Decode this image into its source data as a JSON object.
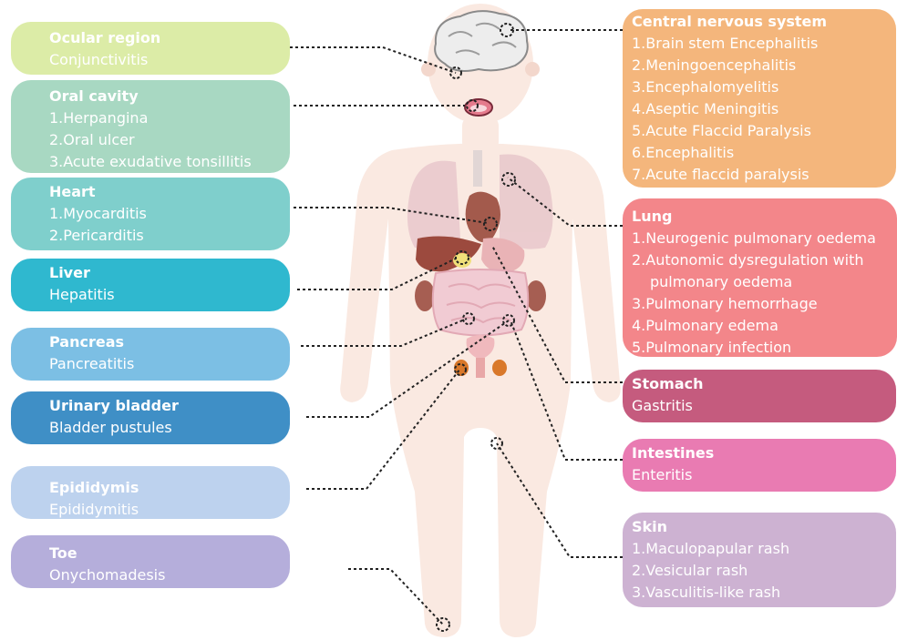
{
  "left_boxes": [
    {
      "id": "ocular",
      "title": "Ocular region",
      "items": [
        "Conjunctivitis"
      ],
      "color": "#dceca7"
    },
    {
      "id": "oral",
      "title": "Oral cavity",
      "items": [
        "1.Herpangina",
        "2.Oral ulcer",
        "3.Acute exudative tonsillitis"
      ],
      "color": "#a8d8c2"
    },
    {
      "id": "heart",
      "title": "Heart",
      "items": [
        "1.Myocarditis",
        "2.Pericarditis"
      ],
      "color": "#7fcfcc"
    },
    {
      "id": "liver",
      "title": "Liver",
      "items": [
        "Hepatitis"
      ],
      "color": "#2fb8cf"
    },
    {
      "id": "pancreas",
      "title": "Pancreas",
      "items": [
        "Pancreatitis"
      ],
      "color": "#7cbfe4"
    },
    {
      "id": "bladder",
      "title": "Urinary bladder",
      "items": [
        "Bladder pustules"
      ],
      "color": "#3f8fc6"
    },
    {
      "id": "epididymis",
      "title": "Epididymis",
      "items": [
        "Epididymitis"
      ],
      "color": "#bdd2ee"
    },
    {
      "id": "toe",
      "title": "Toe",
      "items": [
        "Onychomadesis"
      ],
      "color": "#b5aedb"
    }
  ],
  "right_boxes": [
    {
      "id": "cns",
      "title": "Central nervous system",
      "items": [
        "1.Brain stem Encephalitis",
        "2.Meningoencephalitis",
        "3.Encephalomyelitis",
        "4.Aseptic Meningitis",
        "5.Acute Flaccid Paralysis",
        "6.Encephalitis",
        "7.Acute flaccid paralysis"
      ],
      "color": "#f4b67c"
    },
    {
      "id": "lung",
      "title": "Lung",
      "items": [
        "1.Neurogenic pulmonary oedema",
        "2.Autonomic dysregulation with",
        "pulmonary oedema",
        "3.Pulmonary hemorrhage",
        "4.Pulmonary edema",
        "5.Pulmonary infection"
      ],
      "color": "#f3868a"
    },
    {
      "id": "stomach",
      "title": "Stomach",
      "items": [
        "Gastritis"
      ],
      "color": "#c55b7e"
    },
    {
      "id": "intestines",
      "title": "Intestines",
      "items": [
        "Enteritis"
      ],
      "color": "#e97bb2"
    },
    {
      "id": "skin",
      "title": "Skin",
      "items": [
        "1.Maculopapular rash",
        "2.Vesicular rash",
        "3.Vasculitis-like rash"
      ],
      "color": "#cdb2d2"
    }
  ]
}
